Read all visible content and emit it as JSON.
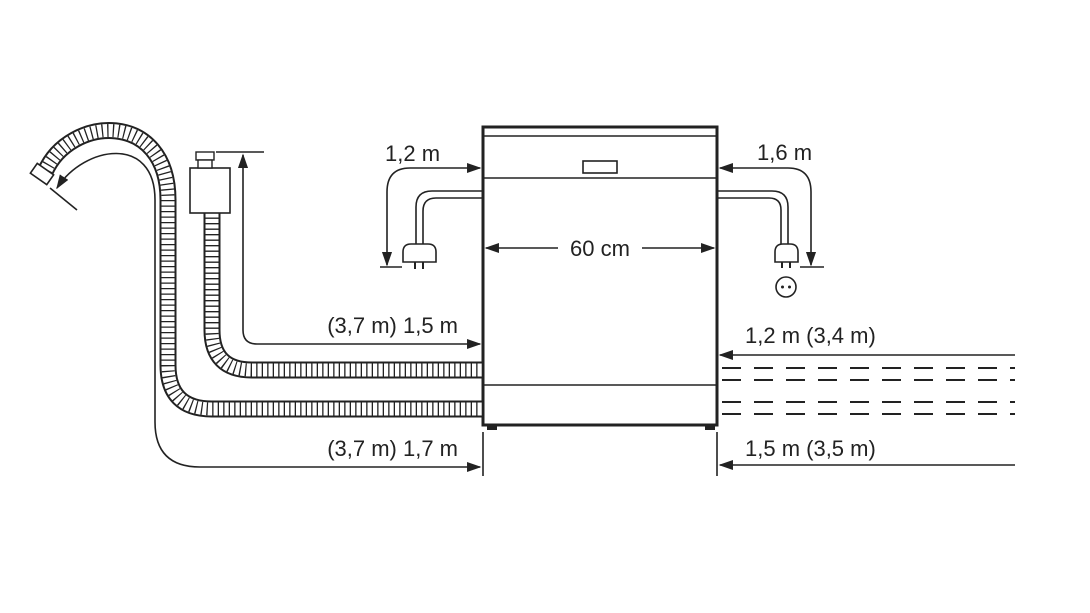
{
  "labels": {
    "power_cord_left": "1,2 m",
    "power_cord_right": "1,6 m",
    "width": "60 cm",
    "inlet_left": "(3,7 m) 1,5 m",
    "drain_left": "(3,7 m) 1,7 m",
    "inlet_right": "1,2 m (3,4 m)",
    "drain_right": "1,5 m (3,5 m)"
  },
  "colors": {
    "line": "#222222",
    "background": "#ffffff"
  }
}
